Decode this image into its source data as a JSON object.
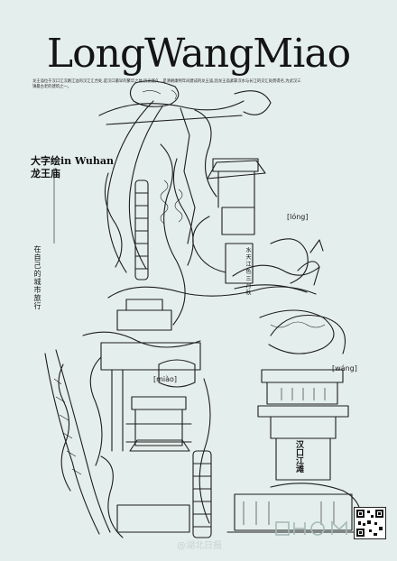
{
  "poster": {
    "title": "LongWangMiao",
    "intro": "龙王庙位于汉口江汉路江边的汉江汇合处,是汉口最早的繁华之地,历史悠久...是清朝康熙年间建成的龙王庙,因龙王庙紧靠汉水与长江的交汇处而得名,为武汉三镇最古老的建筑之一。",
    "subtitle_line1": "大字绘in Wuhan",
    "subtitle_line2": "龙王庙",
    "vertical_caption": "在自己的城市旅行",
    "pinyin_long": "[lóng]",
    "pinyin_miao": "[miào]",
    "pinyin_wang": "[wáng]",
    "pavilion_sign": "汉口江滩",
    "inscription": "水 天 江 色 三 月 秋",
    "watermark": "@湖北日报",
    "colors": {
      "background": "#e4eeec",
      "ink": "#141414"
    }
  }
}
